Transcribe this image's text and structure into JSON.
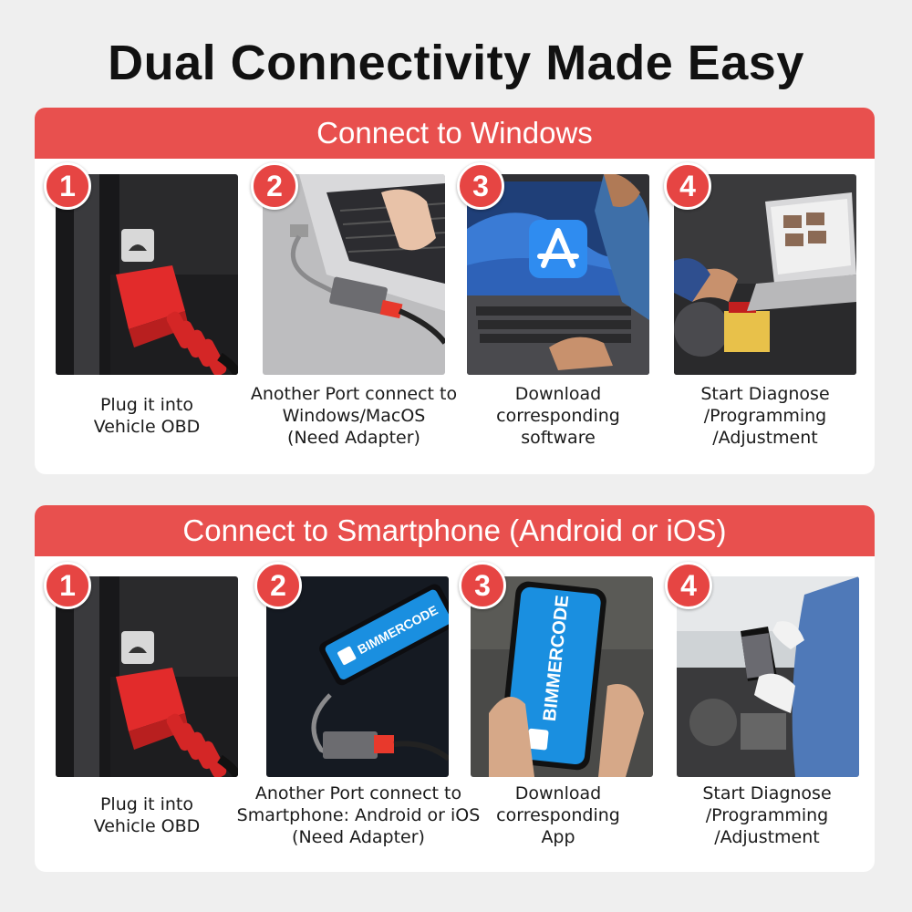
{
  "title": "Dual Connectivity Made Easy",
  "windows": {
    "header": "Connect to Windows",
    "steps": [
      {
        "number": "1",
        "caption": "Plug it into\nVehicle OBD"
      },
      {
        "number": "2",
        "caption": "Another Port connect to\nWindows/MacOS\n(Need Adapter)"
      },
      {
        "number": "3",
        "caption": "Download\ncorresponding\nsoftware"
      },
      {
        "number": "4",
        "caption": "Start Diagnose\n/Programming\n/Adjustment"
      }
    ]
  },
  "smartphone": {
    "header": "Connect to Smartphone (Android or iOS)",
    "steps": [
      {
        "number": "1",
        "caption": "Plug it into\nVehicle OBD"
      },
      {
        "number": "2",
        "caption": "Another Port connect to\nSmartphone: Android or iOS\n(Need Adapter)"
      },
      {
        "number": "3",
        "caption": "Download\ncorresponding\nApp"
      },
      {
        "number": "4",
        "caption": "Start Diagnose\n/Programming\n/Adjustment"
      }
    ]
  },
  "brand_logo_text": "BIMMERCODE",
  "colors": {
    "accent": "#e8504e",
    "badge": "#e64543",
    "background": "#efefef"
  }
}
